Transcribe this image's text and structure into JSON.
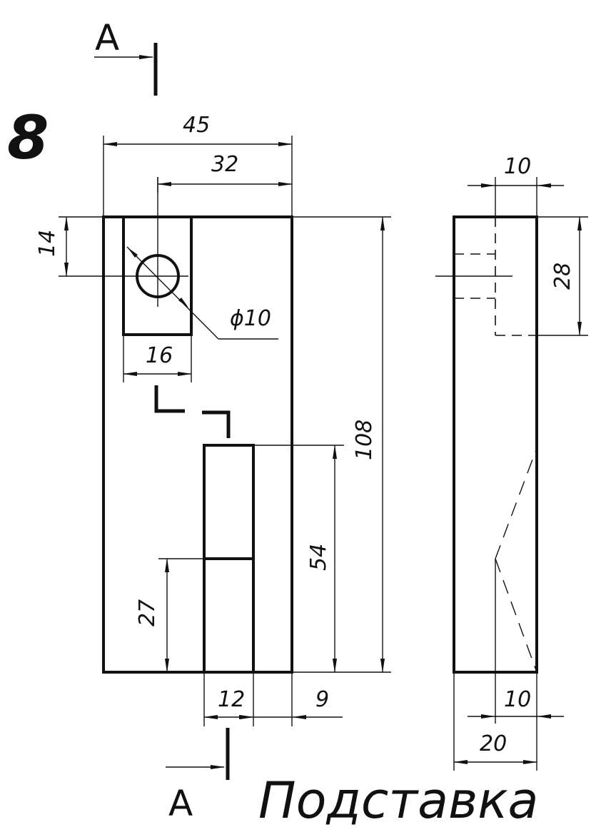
{
  "drawing": {
    "sheet_number": "8",
    "title": "Подставка",
    "section_label": "А",
    "dimensions": {
      "total_width": "45",
      "hole_offset_width": "32",
      "hole_height": "14",
      "hole_diameter": "ϕ10",
      "slot_width": "16",
      "total_height": "108",
      "lower_slot_height": "54",
      "step_height": "27",
      "lower_slot_width": "12",
      "right_offset": "9",
      "side_top_width": "10",
      "side_cut_depth": "28",
      "side_bottom_width": "10",
      "side_total_width": "20"
    }
  }
}
